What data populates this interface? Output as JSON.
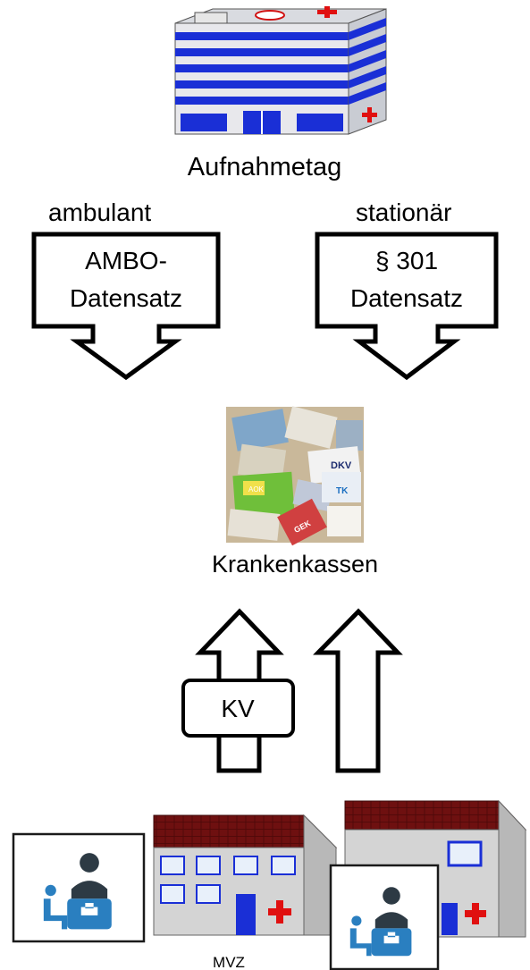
{
  "hospital": {
    "caption": "Aufnahmetag"
  },
  "flows": {
    "ambulant": {
      "header": "ambulant",
      "line1": "AMBO-",
      "line2": "Datensatz"
    },
    "stationaer": {
      "header": "stationär",
      "line1": "§ 301",
      "line2": "Datensatz"
    }
  },
  "insurers": {
    "caption": "Krankenkassen",
    "card_labels": [
      "AOK",
      "DKV",
      "TK",
      "GEK"
    ]
  },
  "kv": {
    "label": "KV"
  },
  "mvz": {
    "caption": "MVZ"
  },
  "colors": {
    "building_blue": "#1a2fd6",
    "roof_red": "#6e1010",
    "cross_red": "#e01010",
    "icon_blue": "#2a7fc0",
    "icon_dark": "#2d3a44"
  }
}
